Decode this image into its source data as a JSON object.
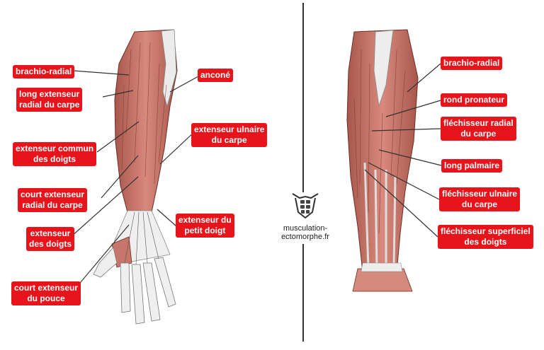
{
  "left_labels": [
    {
      "key": "brachio_radial_l",
      "lines": [
        "brachio-radial"
      ]
    },
    {
      "key": "long_ext_radial",
      "lines": [
        "long extenseur",
        "radial du carpe"
      ]
    },
    {
      "key": "ext_commun",
      "lines": [
        "extenseur commun",
        "des doigts"
      ]
    },
    {
      "key": "court_ext_radial",
      "lines": [
        "court extenseur",
        "radial du carpe"
      ]
    },
    {
      "key": "ext_doigts",
      "lines": [
        "extenseur",
        "des doigts"
      ]
    },
    {
      "key": "court_ext_pouce",
      "lines": [
        "court extenseur",
        "du pouce"
      ]
    },
    {
      "key": "ancone",
      "lines": [
        "anconé"
      ]
    },
    {
      "key": "ext_ulnaire",
      "lines": [
        "extenseur ulnaire",
        "du carpe"
      ]
    },
    {
      "key": "ext_petit_doigt",
      "lines": [
        "extenseur du",
        "petit doigt"
      ]
    }
  ],
  "right_labels": [
    {
      "key": "brachio_radial_r",
      "lines": [
        "brachio-radial"
      ]
    },
    {
      "key": "rond_pronateur",
      "lines": [
        "rond pronateur"
      ]
    },
    {
      "key": "flech_radial",
      "lines": [
        "fléchisseur radial",
        "du carpe"
      ]
    },
    {
      "key": "long_palmaire",
      "lines": [
        "long palmaire"
      ]
    },
    {
      "key": "flech_ulnaire",
      "lines": [
        "fléchisseur ulnaire",
        "du carpe"
      ]
    },
    {
      "key": "flech_superficiel",
      "lines": [
        "fléchisseur superficiel",
        "des doigts"
      ]
    }
  ],
  "watermark": {
    "text": "musculation-ectomorphe.fr",
    "logo": "abs-torso-logo"
  },
  "colors": {
    "label_bg": "#e8141b",
    "label_text": "#ffffff",
    "muscle": "#c8756a",
    "muscle_dark": "#9e4f45",
    "tendon": "#e6e6e6",
    "line": "#333333"
  }
}
